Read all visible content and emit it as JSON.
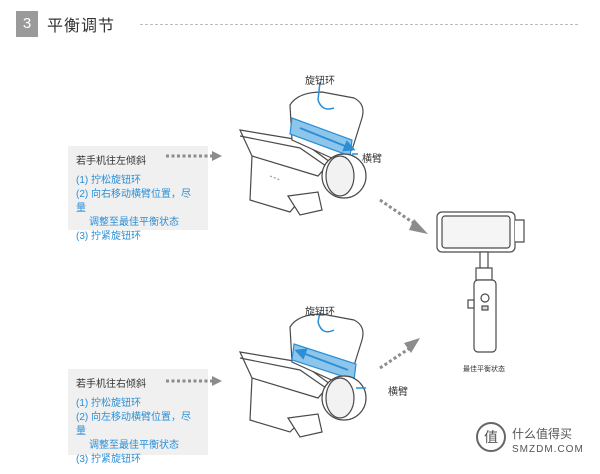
{
  "section": {
    "number": "3",
    "title": "平衡调节"
  },
  "cases": [
    {
      "condition": "若手机往左倾斜",
      "steps": [
        "(1) 拧松旋钮环",
        "(2) 向右移动横臂位置，尽量",
        "调整至最佳平衡状态",
        "(3) 拧紧旋钮环"
      ],
      "knob_label": "旋钮环",
      "arm_label": "横臂"
    },
    {
      "condition": "若手机往右倾斜",
      "steps": [
        "(1) 拧松旋钮环",
        "(2) 向左移动横臂位置，尽量",
        "调整至最佳平衡状态",
        "(3) 拧紧旋钮环"
      ],
      "knob_label": "旋钮环",
      "arm_label": "横臂"
    }
  ],
  "result_label": "最佳平衡状态",
  "watermark": {
    "glyph": "值",
    "text": "什么值得买",
    "url": "SMZDM.COM"
  },
  "colors": {
    "accent": "#2a8fd6",
    "arrow_gray": "#8c8c8c",
    "badge": "#9a9a9a"
  }
}
